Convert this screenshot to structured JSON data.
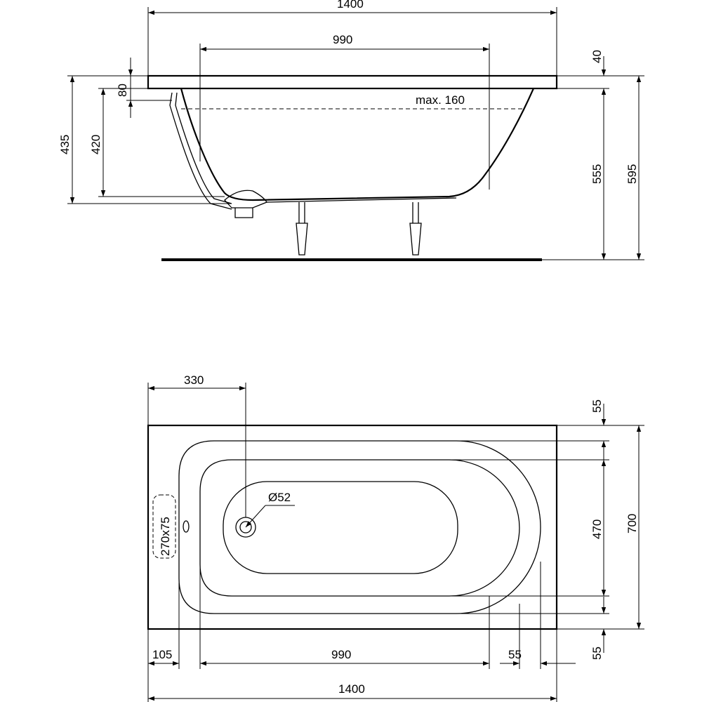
{
  "side_view": {
    "width_total": "1400",
    "width_inner": "990",
    "rim_thickness": "40",
    "overflow_height": "80",
    "height_outer": "435",
    "height_inner": "420",
    "water_level": "max. 160",
    "height_to_floor": "555",
    "height_total": "595"
  },
  "top_view": {
    "drain_offset": "330",
    "rim_top": "55",
    "width_total": "700",
    "width_inner": "470",
    "drain_diameter": "Ø52",
    "panel_cutout": "270x75",
    "rim_left": "105",
    "length_inner": "990",
    "rim_right": "55",
    "rim_bottom": "55",
    "length_total": "1400"
  },
  "colors": {
    "line": "#000000",
    "background": "#ffffff"
  }
}
